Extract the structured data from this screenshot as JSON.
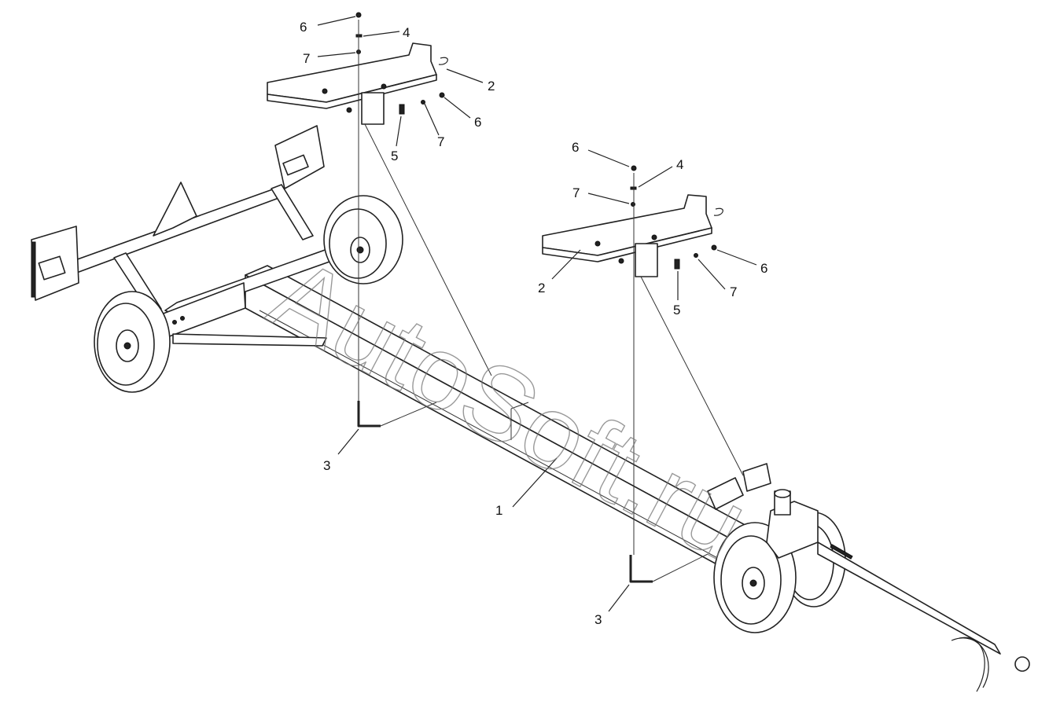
{
  "watermark": "AutoSoft.ru",
  "callouts": [
    {
      "id": "c6a",
      "text": "6"
    },
    {
      "id": "c4a",
      "text": "4"
    },
    {
      "id": "c7a",
      "text": "7"
    },
    {
      "id": "c2a",
      "text": "2"
    },
    {
      "id": "c6b",
      "text": "6"
    },
    {
      "id": "c7b",
      "text": "7"
    },
    {
      "id": "c5a",
      "text": "5"
    },
    {
      "id": "c6c",
      "text": "6"
    },
    {
      "id": "c4b",
      "text": "4"
    },
    {
      "id": "c7c",
      "text": "7"
    },
    {
      "id": "c2b",
      "text": "2"
    },
    {
      "id": "c6d",
      "text": "6"
    },
    {
      "id": "c7d",
      "text": "7"
    },
    {
      "id": "c5b",
      "text": "5"
    },
    {
      "id": "c3a",
      "text": "3"
    },
    {
      "id": "c1",
      "text": "1"
    },
    {
      "id": "c3b",
      "text": "3"
    }
  ]
}
